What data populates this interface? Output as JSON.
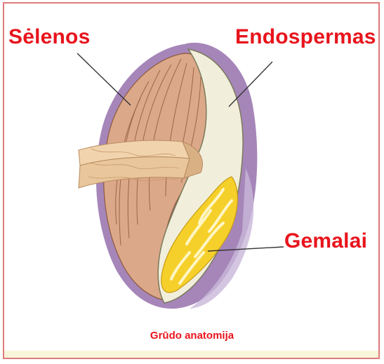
{
  "labels": {
    "husk": "Sėlenos",
    "endosperm": "Endospermas",
    "germ": "Gemalai"
  },
  "caption": "Grūdo anatomija",
  "colors": {
    "label_red": "#e8141c",
    "frame_border": "#e07b7b",
    "outer_layer": "#a686b9",
    "husk_fill": "#dba889",
    "endosperm_fill": "#f1efdc",
    "germ_fill": "#f6d02a",
    "leader_line": "#333333"
  }
}
